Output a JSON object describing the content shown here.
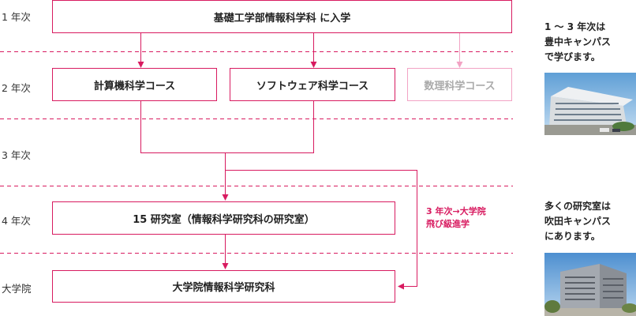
{
  "years": [
    "1 年次",
    "2 年次",
    "3 年次",
    "4 年次",
    "大学院"
  ],
  "boxes": {
    "top": "基礎工学部情報科学科 に入学",
    "course_cs": "計算機科学コース",
    "course_sw": "ソフトウェア科学コース",
    "course_math": "数理科学コース",
    "lab": "15 研究室（情報科学研究科の研究室）",
    "grad": "大学院情報科学研究科"
  },
  "side": {
    "toyonaka": [
      "1 ～ 3 年次は",
      "豊中キャンパス",
      "で学びます。"
    ],
    "suita": [
      "多くの研究室は",
      "吹田キャンパス",
      "にあります。"
    ]
  },
  "fast_track": [
    "3 年次→大学院",
    "飛び級進学"
  ],
  "colors": {
    "accent": "#d81b60",
    "muted": "#f2a3c4"
  }
}
